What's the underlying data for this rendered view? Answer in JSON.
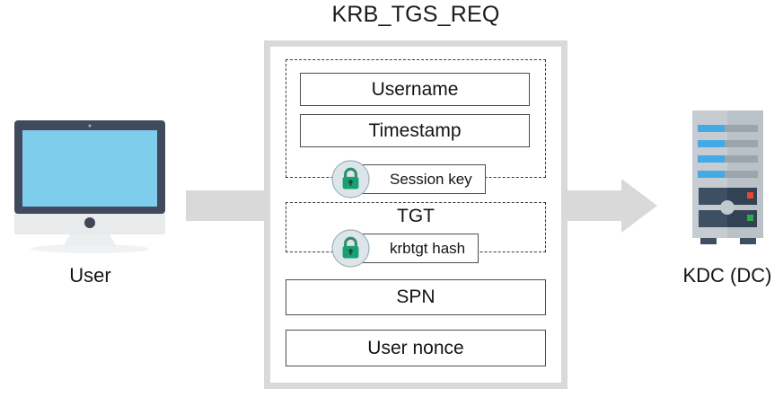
{
  "diagram": {
    "title": "KRB_TGS_REQ",
    "type": "kerberos-message-flow"
  },
  "endpoints": {
    "left": {
      "label": "User",
      "icon": "desktop-monitor-icon",
      "colors": {
        "bezel": "#414a5c",
        "screen": "#7fcdec",
        "chin": "#e8eaec",
        "stand": "#eceef0"
      }
    },
    "right": {
      "label": "KDC (DC)",
      "icon": "server-tower-icon",
      "colors": {
        "body_light": "#c6ccd2",
        "body_dark": "#b3bcc2",
        "stripe_blue": "#45a9e6",
        "stripe_gray": "#9aa6ac",
        "panel": "#3f4f63",
        "panel_dark": "#334155",
        "led_red": "#e8472b",
        "led_green": "#2aa94f",
        "knob": "#c2c9ce",
        "foot": "#3f4f63"
      }
    }
  },
  "arrows": {
    "incoming": {
      "name": "arrow-user-to-message",
      "shape": "bar",
      "color": "#d9d9d9"
    },
    "outgoing": {
      "name": "arrow-message-to-kdc",
      "shape": "right-arrow",
      "color": "#d9d9d9"
    }
  },
  "message": {
    "envelope_border_color": "#d9d9d9",
    "groups": [
      {
        "name": "encrypted-with-session-key",
        "border": "dashed",
        "fields": [
          "Username",
          "Timestamp"
        ],
        "key_badge": {
          "label": "Session key",
          "icon": "lock-icon"
        }
      },
      {
        "name": "tgt",
        "border": "dashed",
        "label": "TGT",
        "key_badge": {
          "label": "krbtgt hash",
          "icon": "lock-icon"
        }
      }
    ],
    "plain_fields": [
      {
        "label": "Username"
      },
      {
        "label": "Timestamp"
      },
      {
        "label": "SPN"
      },
      {
        "label": "User nonce"
      }
    ],
    "tgt_label": "TGT",
    "spn_label": "SPN",
    "nonce_label": "User nonce",
    "session_key_label": "Session key",
    "krbtgt_hash_label": "krbtgt hash"
  },
  "colors": {
    "lock_circle_fill": "#dbe5ea",
    "lock_circle_stroke": "#9fb0b8",
    "lock_body": "#18a073",
    "lock_shackle": "#2f8f6d",
    "keyhole": "#1b4a3c",
    "box_border": "#4d4d4d",
    "dash_border": "#3a3a3a",
    "text": "#141414",
    "background": "#ffffff"
  }
}
